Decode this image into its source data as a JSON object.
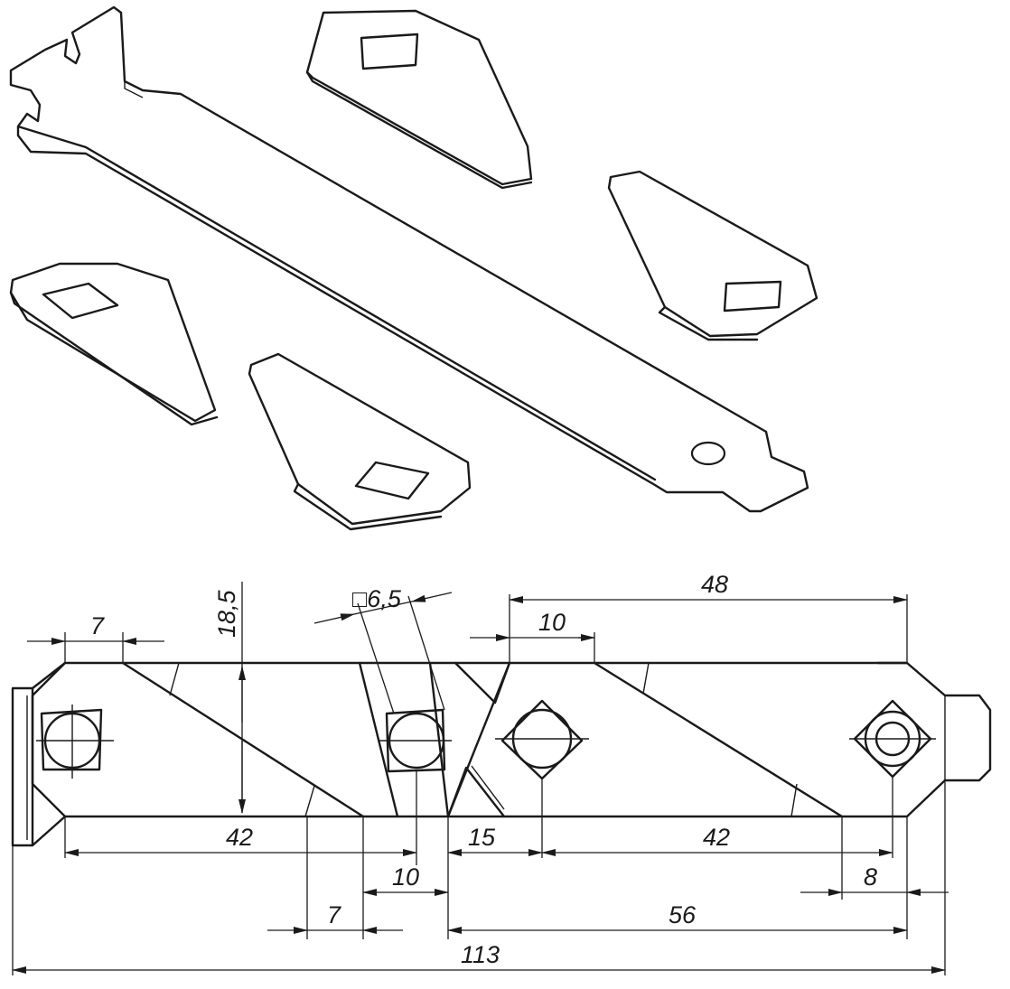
{
  "dimensions": {
    "length_7_top": "7",
    "height_18_5": "18,5",
    "square_6_5": "□6,5",
    "span_48": "48",
    "offset_10_top": "10",
    "length_42_left": "42",
    "length_10_bottom": "10",
    "length_15": "15",
    "length_42_right": "42",
    "length_8": "8",
    "length_7_bottom": "7",
    "length_56": "56",
    "total_113": "113"
  }
}
